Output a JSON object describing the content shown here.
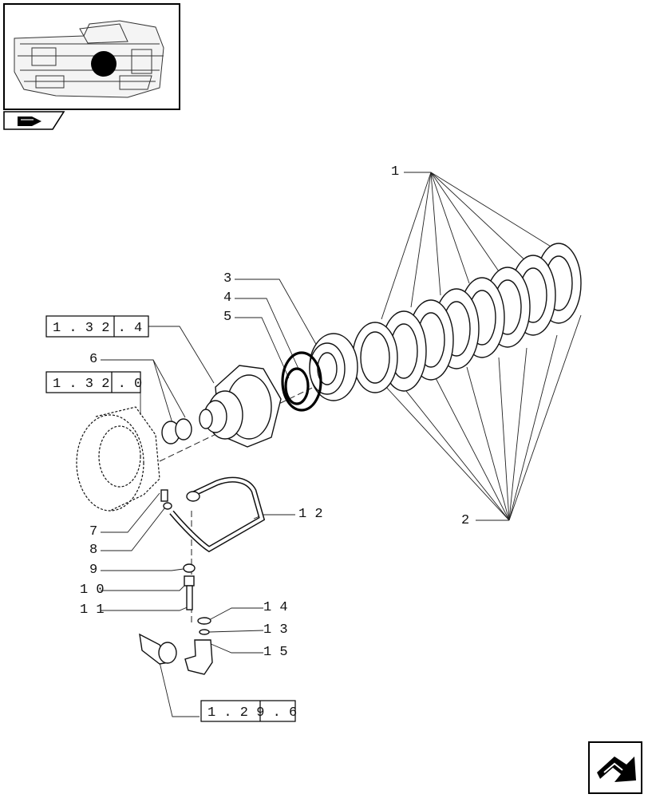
{
  "diagram": {
    "callouts": [
      {
        "id": "1",
        "label": "1"
      },
      {
        "id": "2",
        "label": "2"
      },
      {
        "id": "3",
        "label": "3"
      },
      {
        "id": "4",
        "label": "4"
      },
      {
        "id": "5",
        "label": "5"
      },
      {
        "id": "6",
        "label": "6"
      },
      {
        "id": "7",
        "label": "7"
      },
      {
        "id": "8",
        "label": "8"
      },
      {
        "id": "9",
        "label": "9"
      },
      {
        "id": "10",
        "label": "1 0"
      },
      {
        "id": "11",
        "label": "1 1"
      },
      {
        "id": "12",
        "label": "1 2"
      },
      {
        "id": "13",
        "label": "1 3"
      },
      {
        "id": "14",
        "label": "1 4"
      },
      {
        "id": "15",
        "label": "1 5"
      }
    ],
    "references": [
      {
        "id": "ref-1-32-4",
        "label": "1 . 3 2 . 4"
      },
      {
        "id": "ref-1-32-0",
        "label": "1 . 3 2 . 0"
      },
      {
        "id": "ref-1-29-6",
        "label": "1 . 2 9 . 6"
      }
    ],
    "icons": {
      "thumbnail": "tractor-transmission-thumbnail",
      "top_nav": "book-arrow-icon",
      "bottom_nav": "next-page-arrow-icon"
    }
  }
}
